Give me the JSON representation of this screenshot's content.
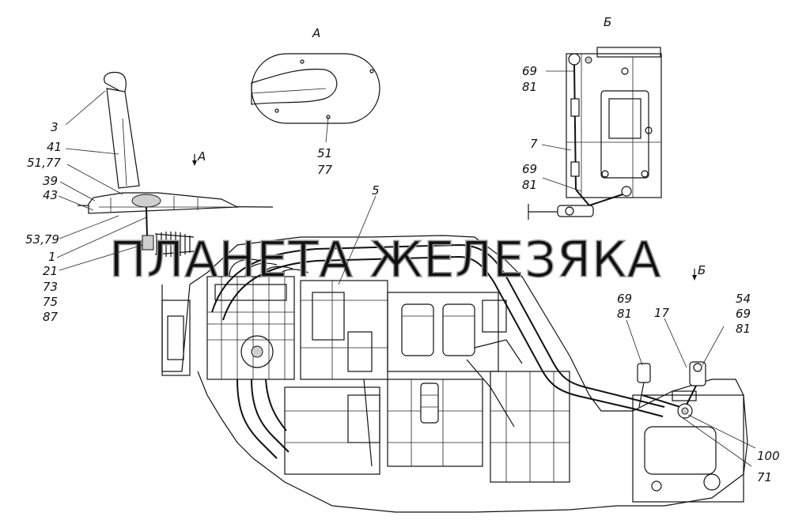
{
  "view_titles": {
    "a": "А",
    "b": "Б"
  },
  "section_markers": {
    "a": "А",
    "b": "Б"
  },
  "watermark": "ПЛАНЕТА ЖЕЛЕЗЯКА",
  "callouts": {
    "lever": [
      "3",
      "41",
      "51,77",
      "39",
      "43",
      "53,79",
      "1",
      "21",
      "73",
      "75",
      "87"
    ],
    "view_a": [
      "51",
      "77"
    ],
    "view_b": [
      "69",
      "81",
      "7",
      "69",
      "81"
    ],
    "main": [
      "5",
      "69",
      "81",
      "17",
      "54",
      "69",
      "81",
      "100",
      "71"
    ]
  }
}
